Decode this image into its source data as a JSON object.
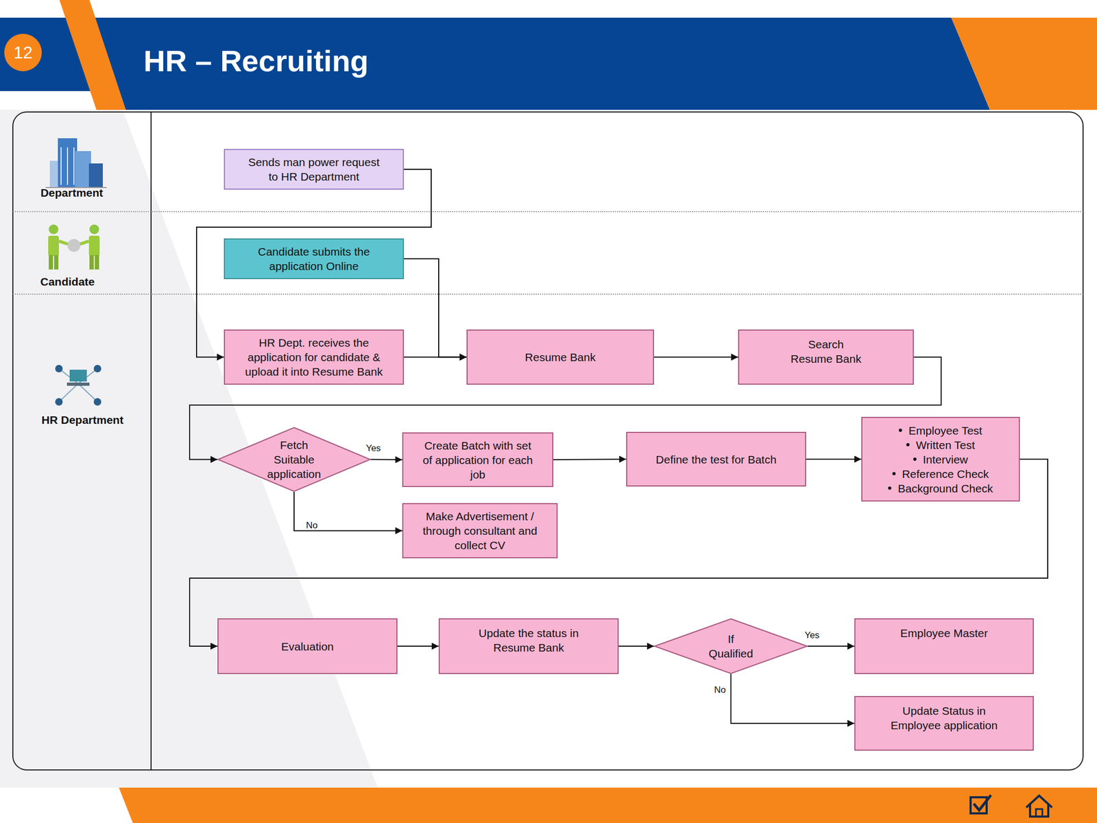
{
  "diagram": {
    "title": "HR – Recruiting",
    "nodes": [
      {
        "text": [
          "Department"
        ]
      },
      {
        "text": [
          "Sends man power request to HR Department"
        ],
        "in": 0
      },
      {
        "text": [
          "Candidate"
        ]
      },
      {
        "text": [
          "Candidate submits the application Online"
        ],
        "in": 2
      },
      {
        "text": [
          "HR Department"
        ]
      },
      {
        "text": [
          "HR Dept. receives the application for candidate & upload it into Resume Bank"
        ],
        "in": 4
      },
      {
        "text": [
          "Resume Bank"
        ],
        "in": 4
      },
      {
        "text": [
          "Search Resume Bank"
        ],
        "in": 4
      },
      {
        "text": [
          "Fetch Suitable application"
        ],
        "in": 4
      },
      {
        "text": [
          "Create Batch with set of application for each job"
        ],
        "in": 4
      },
      {
        "text": [
          "Make Advertisement / through consultant and collect CV"
        ],
        "in": 4
      },
      {
        "text": [
          "Define the test for Batch"
        ],
        "in": 4
      },
      {
        "text": [
          "Employee Test",
          "Written Test",
          "Interview",
          "Reference Check",
          "Background Check"
        ],
        "in": 4
      },
      {
        "text": [
          "Evaluation"
        ],
        "in": 4
      },
      {
        "text": [
          "Update the status in Resume Bank"
        ],
        "in": 4
      },
      {
        "text": [
          "If Qualified"
        ],
        "in": 4
      },
      {
        "text": [
          "Employee Master"
        ],
        "in": 4
      },
      {
        "text": [
          "Update Status in Employee application"
        ],
        "in": 4
      }
    ],
    "edges": [
      {
        "from": 1,
        "to": 5,
        "arrow": "to"
      },
      {
        "from": 3,
        "to": 6,
        "arrow": "to"
      },
      {
        "from": 5,
        "to": 6,
        "arrow": "to"
      },
      {
        "from": 6,
        "to": 7,
        "arrow": "to"
      },
      {
        "from": 7,
        "to": 8,
        "arrow": "to"
      },
      {
        "from": 8,
        "to": 9,
        "label": "Yes",
        "arrow": "to"
      },
      {
        "from": 8,
        "to": 10,
        "label": "No",
        "arrow": "to"
      },
      {
        "from": 9,
        "to": 11,
        "arrow": "to"
      },
      {
        "from": 11,
        "to": 12,
        "arrow": "to"
      },
      {
        "from": 12,
        "to": 13,
        "arrow": "to"
      },
      {
        "from": 13,
        "to": 14,
        "arrow": "to"
      },
      {
        "from": 14,
        "to": 15,
        "arrow": "to"
      },
      {
        "from": 15,
        "to": 16,
        "label": "Yes",
        "arrow": "to"
      },
      {
        "from": 15,
        "to": 17,
        "label": "No",
        "arrow": "to"
      }
    ],
    "labels": [
      "12"
    ]
  }
}
